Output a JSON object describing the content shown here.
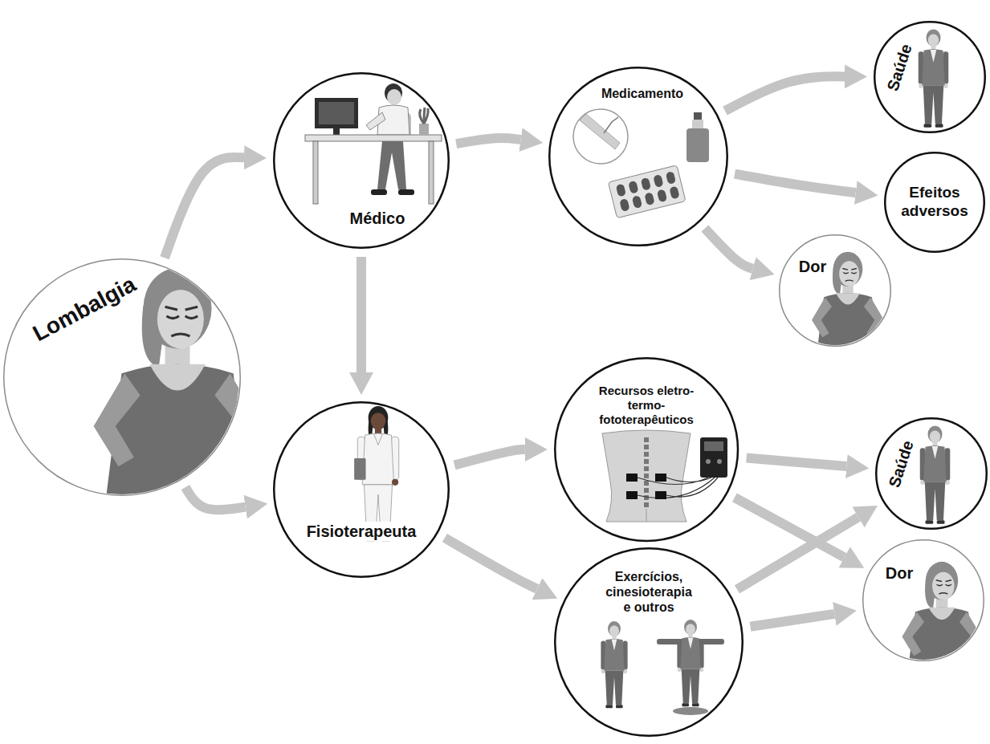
{
  "diagram": {
    "nodes": [
      {
        "text": [
          "Lombalgia"
        ]
      },
      {
        "text": [
          "Médico"
        ]
      },
      {
        "text": [
          "Medicamento"
        ]
      },
      {
        "text": [
          "Saúde"
        ]
      },
      {
        "text": [
          "Efeitos adversos"
        ]
      },
      {
        "text": [
          "Dor"
        ]
      },
      {
        "text": [
          "Fisioterapeuta"
        ]
      },
      {
        "text": [
          "Recursos eletro- termo- fototerapêuticos"
        ]
      },
      {
        "text": [
          "Exercícios, cinesioterapia e outros"
        ]
      },
      {
        "text": [
          "Saúde"
        ]
      },
      {
        "text": [
          "Dor"
        ]
      }
    ],
    "edges": [
      {
        "from": 0,
        "to": 1,
        "arrow": "to"
      },
      {
        "from": 0,
        "to": 6,
        "arrow": "to"
      },
      {
        "from": 1,
        "to": 6,
        "arrow": "to"
      },
      {
        "from": 1,
        "to": 2,
        "arrow": "to"
      },
      {
        "from": 2,
        "to": 3,
        "arrow": "to"
      },
      {
        "from": 2,
        "to": 4,
        "arrow": "to"
      },
      {
        "from": 2,
        "to": 5,
        "arrow": "to"
      },
      {
        "from": 6,
        "to": 7,
        "arrow": "to"
      },
      {
        "from": 6,
        "to": 8,
        "arrow": "to"
      },
      {
        "from": 7,
        "to": 9,
        "arrow": "to"
      },
      {
        "from": 7,
        "to": 10,
        "arrow": "to"
      },
      {
        "from": 8,
        "to": 9,
        "arrow": "to"
      },
      {
        "from": 8,
        "to": 10,
        "arrow": "to"
      }
    ]
  }
}
